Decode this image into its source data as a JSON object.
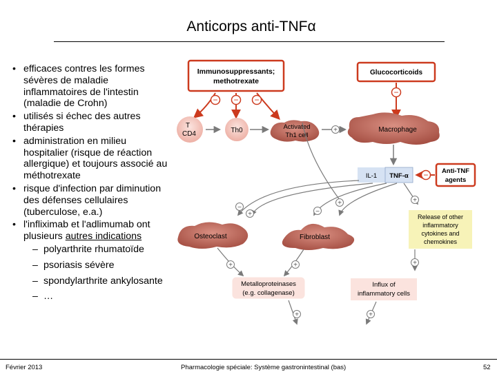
{
  "slide": {
    "title": "Anticorps anti-TNFα",
    "bullets": [
      "efficaces contres les formes sévères de maladie inflammatoires de l'intestin (maladie de Crohn)",
      "utilisés si échec des autres thérapies",
      "administration en milieu hospitalier (risque de réaction allergique) et toujours associé au méthotrexate",
      "risque d'infection par diminution des défenses cellulaires (tuberculose, e.a.)"
    ],
    "bullet5_prefix": "l'infliximab et l'adlimumab ont plusieurs ",
    "bullet5_underlined": "autres indications",
    "sub_bullets": [
      "polyarthrite rhumatoïde",
      "psoriasis sévère",
      "spondylarthrite ankylosante",
      "…"
    ],
    "sub_dash": "–"
  },
  "diagram": {
    "immunosuppressants_line1": "Immunosuppressants;",
    "immunosuppressants_line2": "methotrexate",
    "glucocorticoids": "Glucocorticoids",
    "t_cd4_line1": "T",
    "t_cd4_line2": "CD4",
    "th0": "Th0",
    "activated_line1": "Activated",
    "activated_line2": "Th1 cell",
    "macrophage": "Macrophage",
    "il1": "IL-1",
    "tnf": "TNF-α",
    "anti_tnf_line1": "Anti-TNF",
    "anti_tnf_line2": "agents",
    "release_lines": [
      "Release of other",
      "inflammatory",
      "cytokines and",
      "chemokines"
    ],
    "osteoclast": "Osteoclast",
    "fibroblast": "Fibroblast",
    "mmp_line1": "Metalloproteinases",
    "mmp_line2": "(e.g. collagenase)",
    "influx_line1": "Influx of",
    "influx_line2": "inflammatory cells",
    "minus": "−",
    "plus": "+"
  },
  "footer": {
    "date": "Février 2013",
    "course": "Pharmacologie spéciale: Système gastronintestinal (bas)",
    "page": "52"
  },
  "colors": {
    "inhibit_red": "#cc3a1e",
    "box_pink": "#f2b8ae",
    "cell_brown": "#b85a4c",
    "yellow_box": "#f7f3b8",
    "blue_box": "#d6e2f3"
  }
}
